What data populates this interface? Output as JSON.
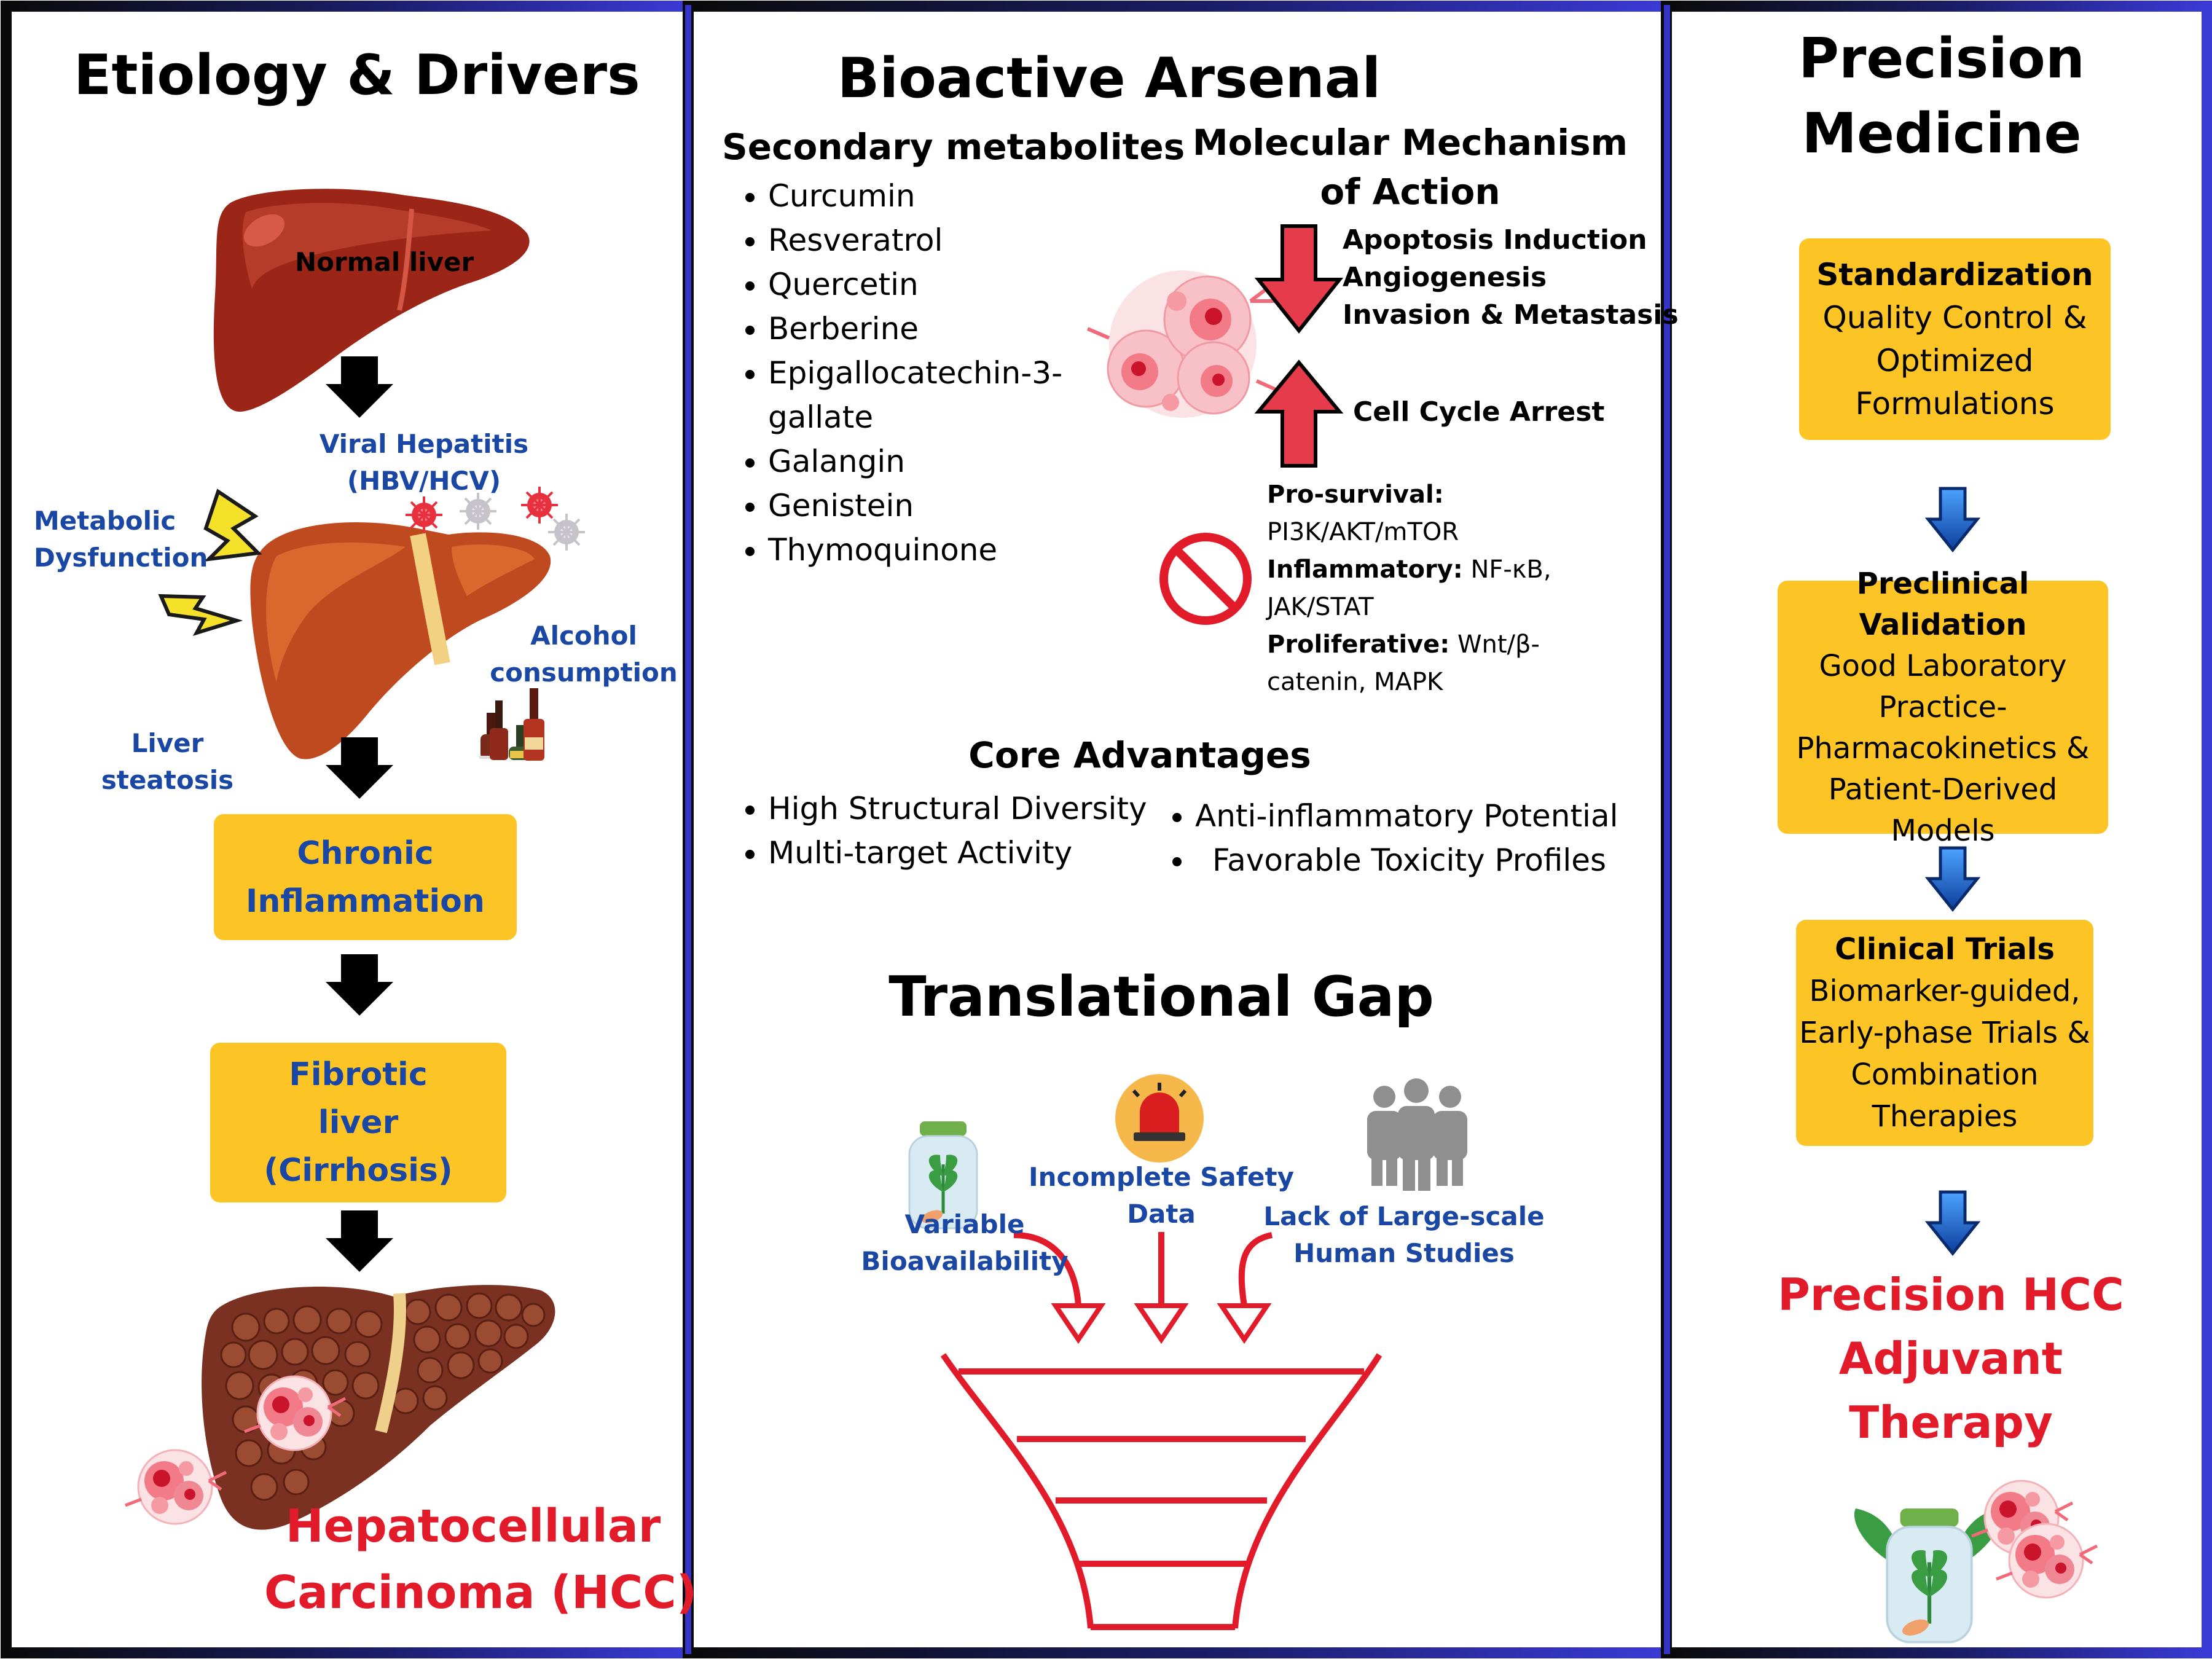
{
  "etiology": {
    "title": "Etiology & Drivers",
    "normal_liver": "Normal liver",
    "viral_hepatitis_line1": "Viral Hepatitis",
    "viral_hepatitis_line2": "(HBV/HCV)",
    "metabolic_line1": "Metabolic",
    "metabolic_line2": "Dysfunction",
    "alcohol_line1": "Alcohol",
    "alcohol_line2": "consumption",
    "steatosis_line1": "Liver",
    "steatosis_line2": "steatosis",
    "chronic_line1": "Chronic",
    "chronic_line2": "Inflammation",
    "fibrotic_line1": "Fibrotic",
    "fibrotic_line2": "liver",
    "fibrotic_line3": "(Cirrhosis)",
    "hcc_line1": "Hepatocellular",
    "hcc_line2": "Carcinoma (HCC)"
  },
  "arsenal": {
    "title": "Bioactive Arsenal",
    "metabolites_heading": "Secondary metabolites",
    "metabolites": [
      "Curcumin",
      "Resveratrol",
      "Quercetin",
      "Berberine",
      "Epigallocatechin-3-gallate",
      "Galangin",
      "Genistein",
      "Thymoquinone"
    ],
    "mechanism_heading_line1": "Molecular Mechanism",
    "mechanism_heading_line2": "of Action",
    "down_effects": [
      "Apoptosis Induction",
      "Angiogenesis",
      "Invasion & Metastasis"
    ],
    "up_effect": "Cell Cycle Arrest",
    "pathways": [
      {
        "label": "Pro-survival:",
        "detail": "PI3K/AKT/mTOR"
      },
      {
        "label": "Inflammatory:",
        "detail_a": "NF-κB,",
        "detail_b": "JAK/STAT"
      },
      {
        "label": "Proliferative:",
        "detail_a": "Wnt/β-",
        "detail_b": "catenin, MAPK"
      }
    ],
    "advantages_heading": "Core Advantages",
    "advantages": [
      "High Structural Diversity",
      "Multi-target Activity",
      "Anti-inflammatory Potential",
      "Favorable Toxicity Profiles"
    ]
  },
  "gap": {
    "title": "Translational Gap",
    "barriers": [
      {
        "line1": "Variable",
        "line2": "Bioavailability"
      },
      {
        "line1": "Incomplete Safety",
        "line2": "Data"
      },
      {
        "line1": "Lack of Large-scale",
        "line2": "Human Studies"
      }
    ]
  },
  "precision": {
    "title_line1": "Precision",
    "title_line2": "Medicine",
    "stages": [
      {
        "title": "Standardization",
        "lines": [
          "Quality Control &",
          "Optimized",
          "Formulations"
        ]
      },
      {
        "title": "Preclinical Validation",
        "lines": [
          "Good Laboratory",
          "Practice-",
          "Pharmacokinetics &",
          "Patient-Derived",
          "Models"
        ]
      },
      {
        "title": "Clinical Trials",
        "lines": [
          "Biomarker-guided,",
          "Early-phase Trials &",
          "Combination",
          "Therapies"
        ]
      }
    ],
    "outcome_line1": "Precision HCC",
    "outcome_line2": "Adjuvant",
    "outcome_line3": "Therapy"
  },
  "colors": {
    "frame_blue": "#3434c8",
    "box_yellow": "#fdc426",
    "label_blue": "#1a47a3",
    "accent_red": "#e21b2a"
  }
}
